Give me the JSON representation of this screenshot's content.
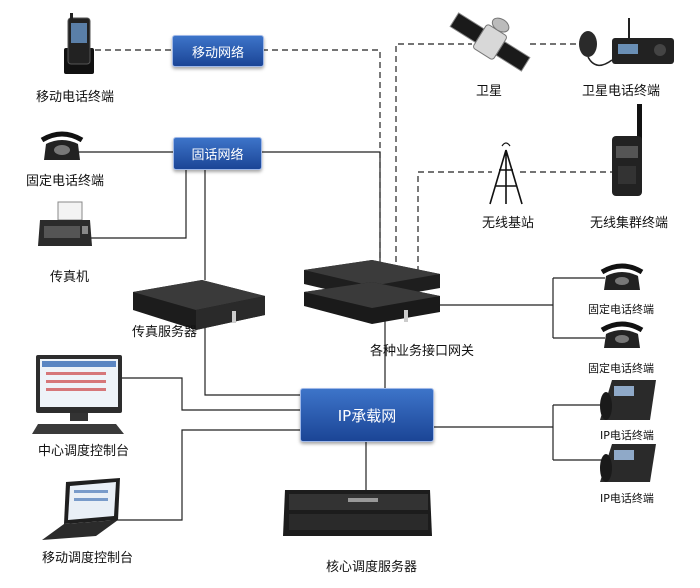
{
  "networks": {
    "mobile": "移动网络",
    "fixed": "固话网络",
    "ip": "IP承载网"
  },
  "nodes": {
    "mobile_terminal": "移动电话终端",
    "fixed_terminal_left": "固定电话终端",
    "fax": "传真机",
    "fax_server": "传真服务器",
    "satellite": "卫星",
    "satellite_terminal": "卫星电话终端",
    "base_station": "无线基站",
    "trunk_terminal": "无线集群终端",
    "gateway": "各种业务接口网关",
    "fixed_terminal_r1": "固定电话终端",
    "fixed_terminal_r2": "固定电话终端",
    "ip_phone_1": "IP电话终端",
    "ip_phone_2": "IP电话终端",
    "central_console": "中心调度控制台",
    "mobile_console": "移动调度控制台",
    "core_server": "核心调度服务器"
  },
  "colors": {
    "network_blue": "#2456a8",
    "line": "#222222"
  }
}
